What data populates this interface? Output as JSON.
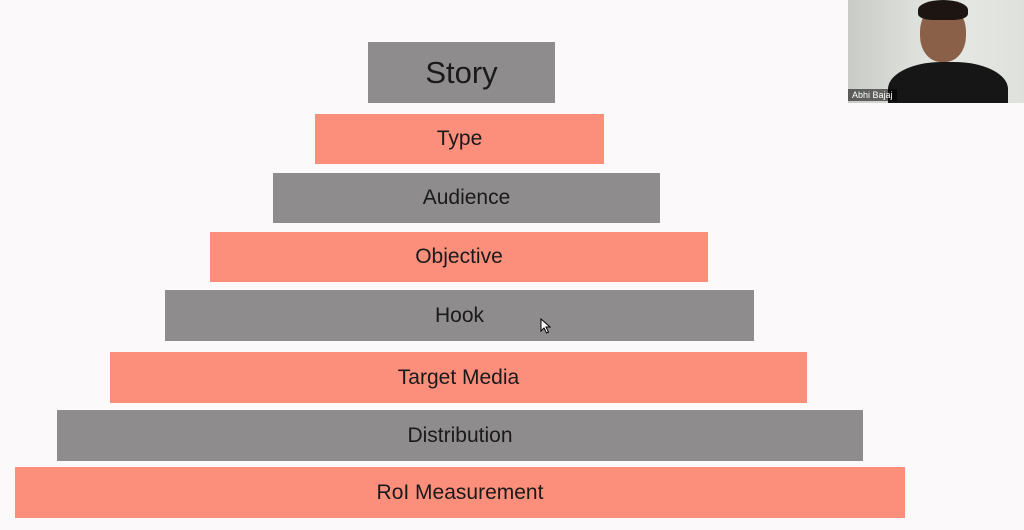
{
  "slide": {
    "pyramid": [
      {
        "label": "Story",
        "color": "gray"
      },
      {
        "label": "Type",
        "color": "salmon"
      },
      {
        "label": "Audience",
        "color": "gray"
      },
      {
        "label": "Objective",
        "color": "salmon"
      },
      {
        "label": "Hook",
        "color": "gray"
      },
      {
        "label": "Target Media",
        "color": "salmon"
      },
      {
        "label": "Distribution",
        "color": "gray"
      },
      {
        "label": "RoI Measurement",
        "color": "salmon"
      }
    ]
  },
  "webcam": {
    "participant_name": "Abhi Bajaj"
  },
  "colors": {
    "gray": "#8e8c8d",
    "salmon": "#fb8f7c",
    "background": "#fbf9fa"
  }
}
